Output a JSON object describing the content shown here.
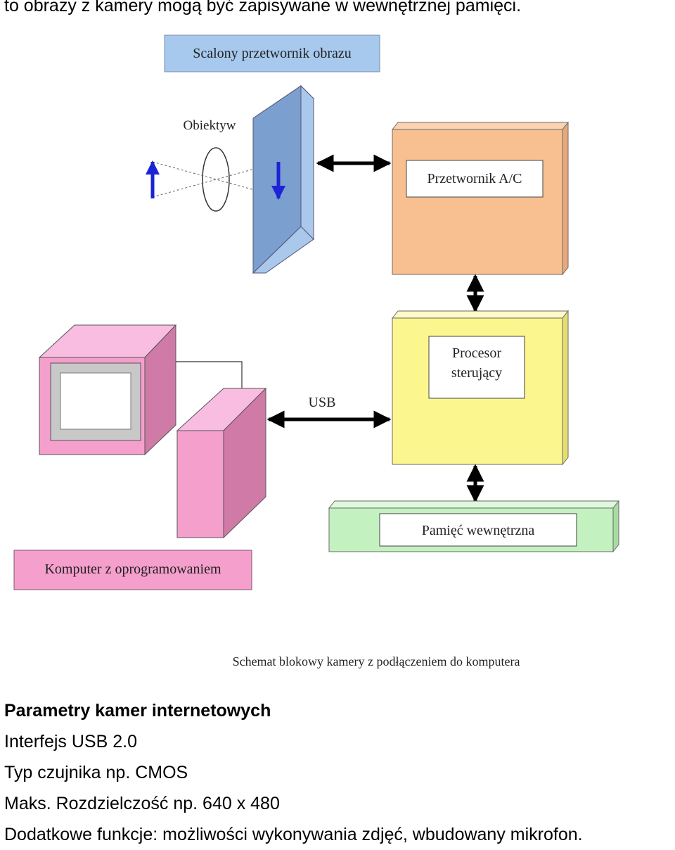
{
  "intro_line": "to obrazy z kamery mogą być zapisywane w wewnętrznej pamięci.",
  "diagram": {
    "labels": {
      "sensor": "Scalony przetwornik obrazu",
      "lens": "Obiektyw",
      "adc": "Przetwornik A/C",
      "cpu_line1": "Procesor",
      "cpu_line2": "sterujący",
      "usb": "USB",
      "memory": "Pamięć wewnętrzna",
      "computer": "Komputer z oprogramowaniem"
    },
    "caption": "Schemat blokowy kamery z podłączeniem do komputera",
    "colors": {
      "sensor_label_bg": "#a7c9ee",
      "sensor_panel": "#7b9fcf",
      "adc_block": "#f8c091",
      "cpu_block": "#fbf68e",
      "memory_block": "#c4f1c0",
      "computer_block": "#f59fcd",
      "image_arrow": "#1c24d6"
    },
    "icons": [
      "image-arrow-up-icon",
      "image-arrow-down-icon",
      "lens-icon",
      "double-arrow-icon"
    ]
  },
  "parameters": {
    "title": "Parametry kamer internetowych",
    "lines": [
      "Interfejs USB 2.0",
      "Typ czujnika np. CMOS",
      "Maks. Rozdzielczość np. 640 x 480",
      "Dodatkowe funkcje: możliwości wykonywania zdjęć, wbudowany mikrofon."
    ]
  }
}
